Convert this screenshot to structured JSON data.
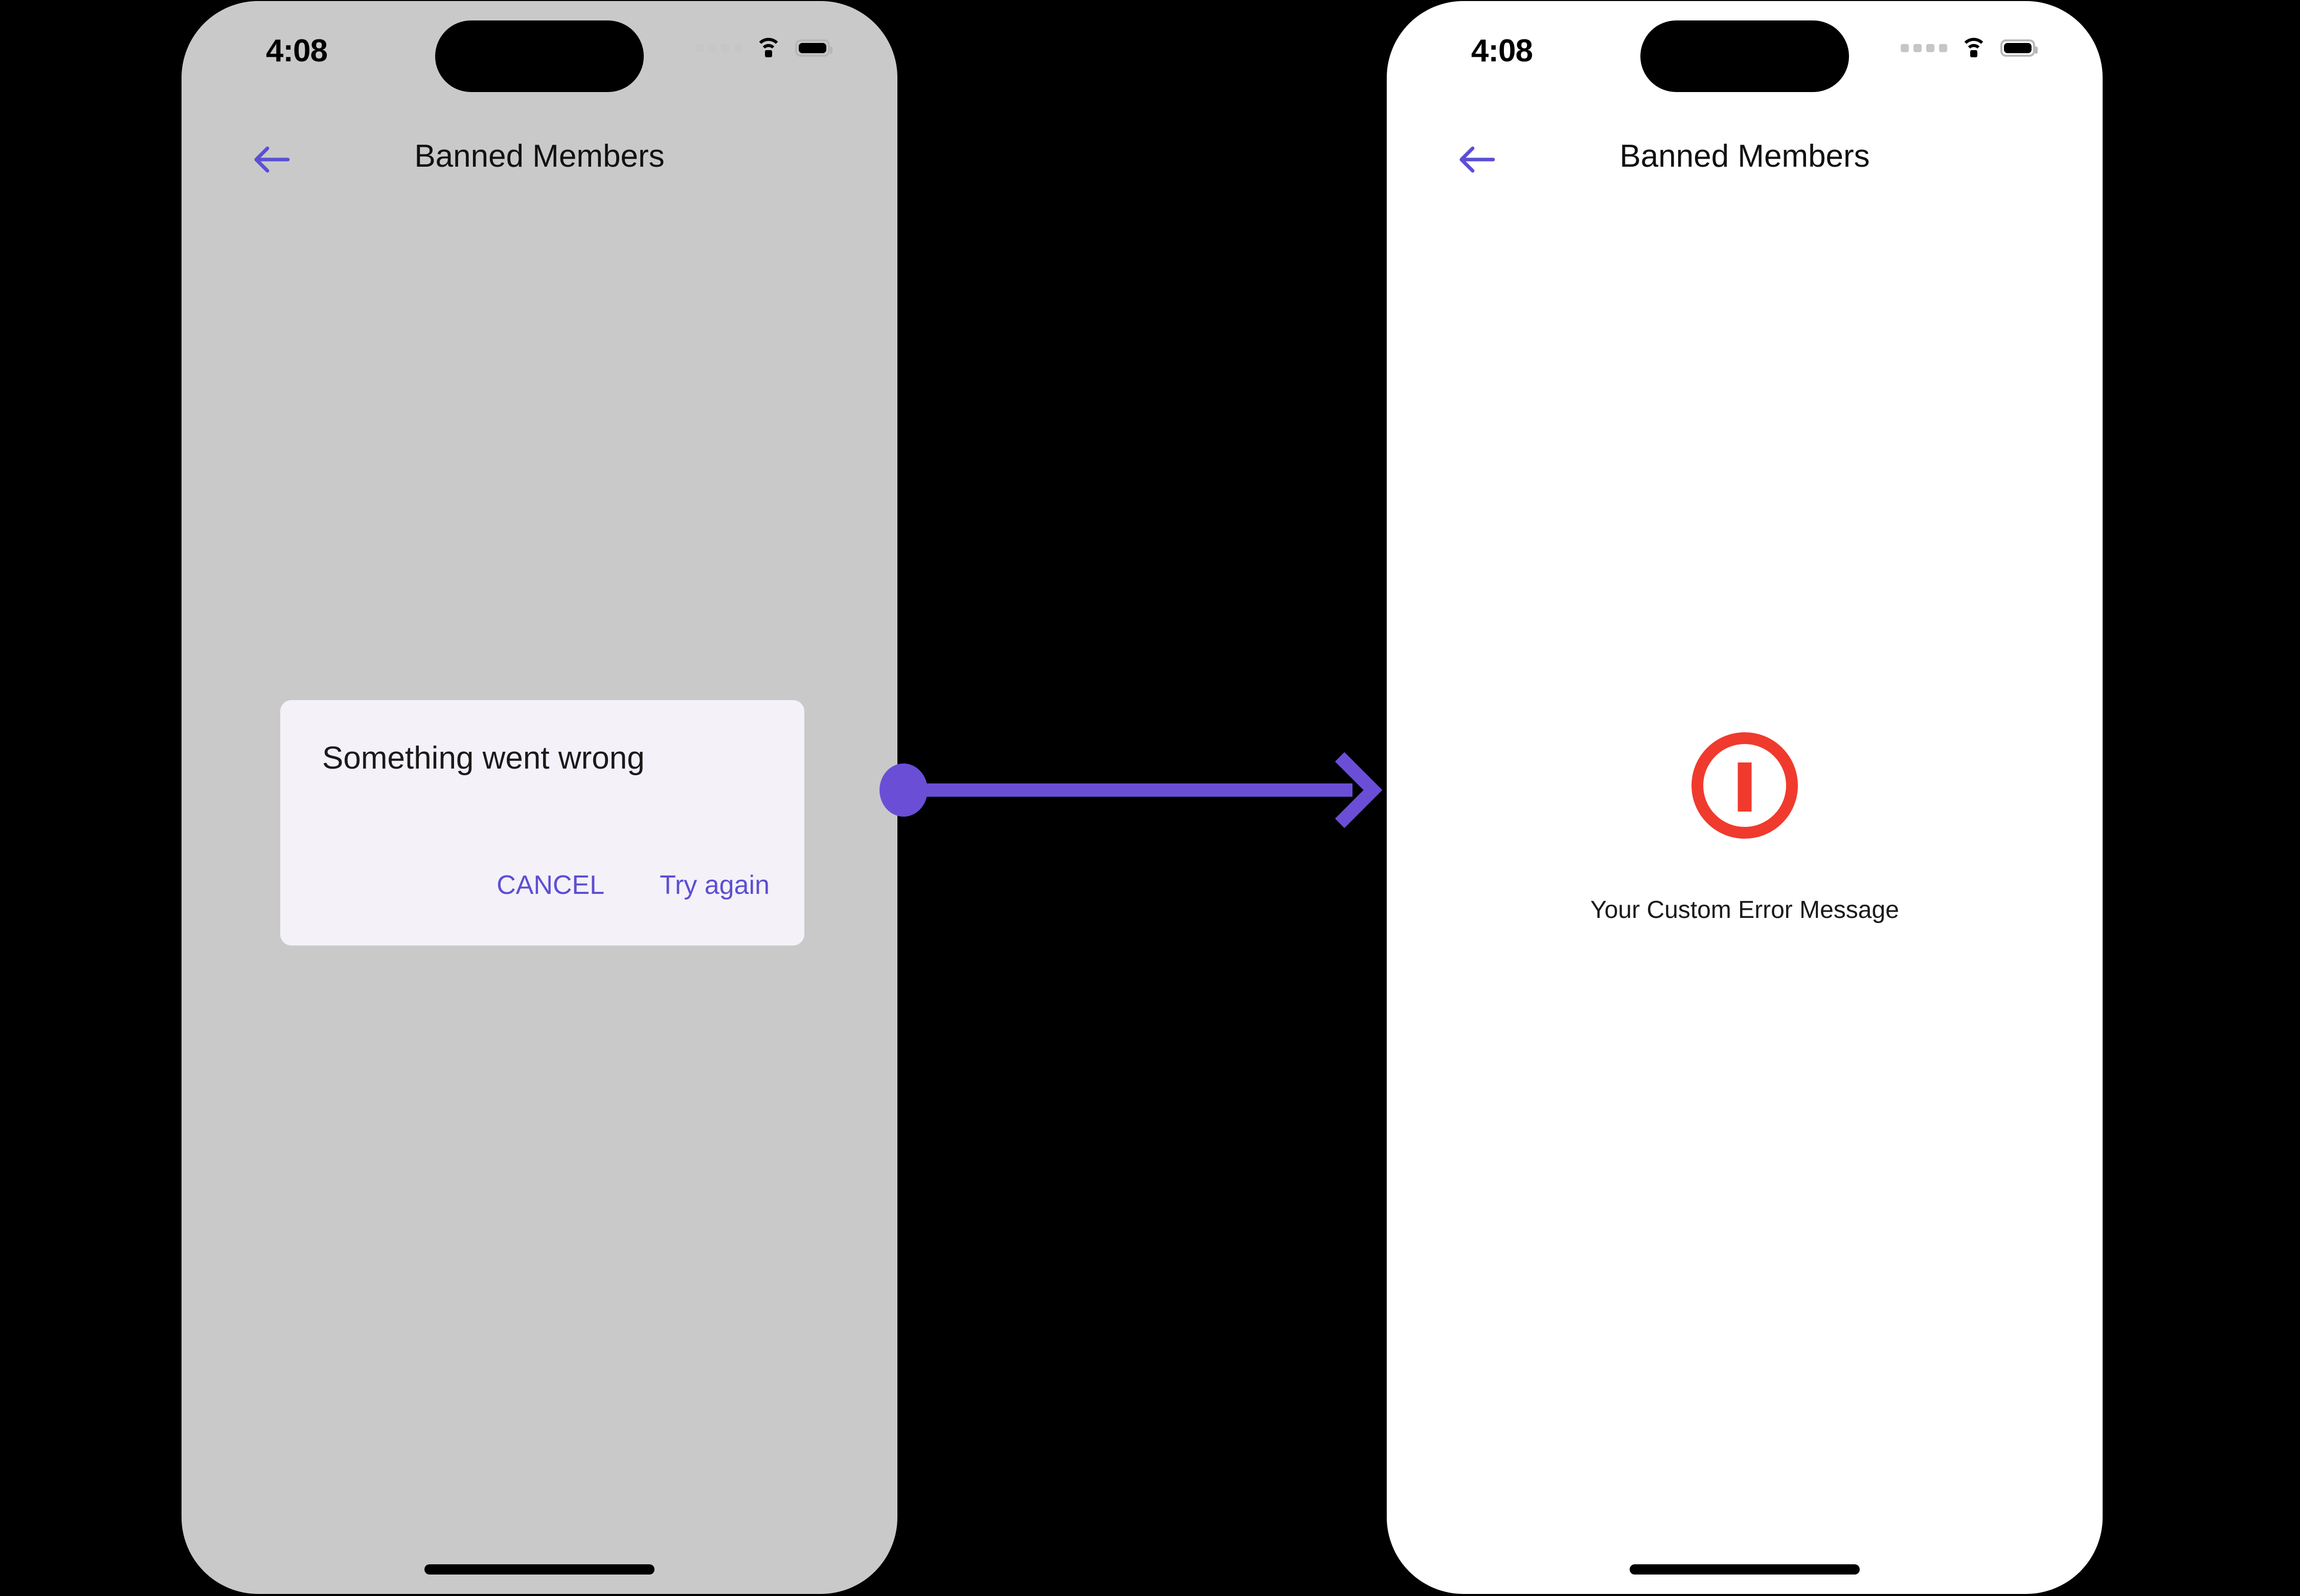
{
  "screens": {
    "left": {
      "status": {
        "time": "4:08",
        "signal_icon": "signal-dots-icon",
        "wifi_icon": "wifi-icon",
        "battery_icon": "battery-full-icon"
      },
      "appbar": {
        "back_icon": "back-arrow-icon",
        "title": "Banned Members"
      },
      "dialog": {
        "title": "Something went wrong",
        "cancel_label": "CANCEL",
        "retry_label": "Try again"
      }
    },
    "right": {
      "status": {
        "time": "4:08",
        "signal_icon": "signal-dots-icon",
        "wifi_icon": "wifi-icon",
        "battery_icon": "battery-full-icon"
      },
      "appbar": {
        "back_icon": "back-arrow-icon",
        "title": "Banned Members"
      },
      "error": {
        "icon": "error-exclamation-circle-icon",
        "message": "Your Custom Error Message"
      }
    }
  },
  "connector": {
    "icon": "arrow-right-connector-icon",
    "start_marker": "filled-circle",
    "end_marker": "chevron-arrowhead"
  },
  "colors": {
    "accent_purple": "#5B4FD4",
    "connector_purple": "#6A4FD6",
    "error_red": "#F03A2E",
    "dialog_surface": "#F4F1F8",
    "scrim_gray": "#C9C9C9",
    "page_background": "#000000"
  }
}
